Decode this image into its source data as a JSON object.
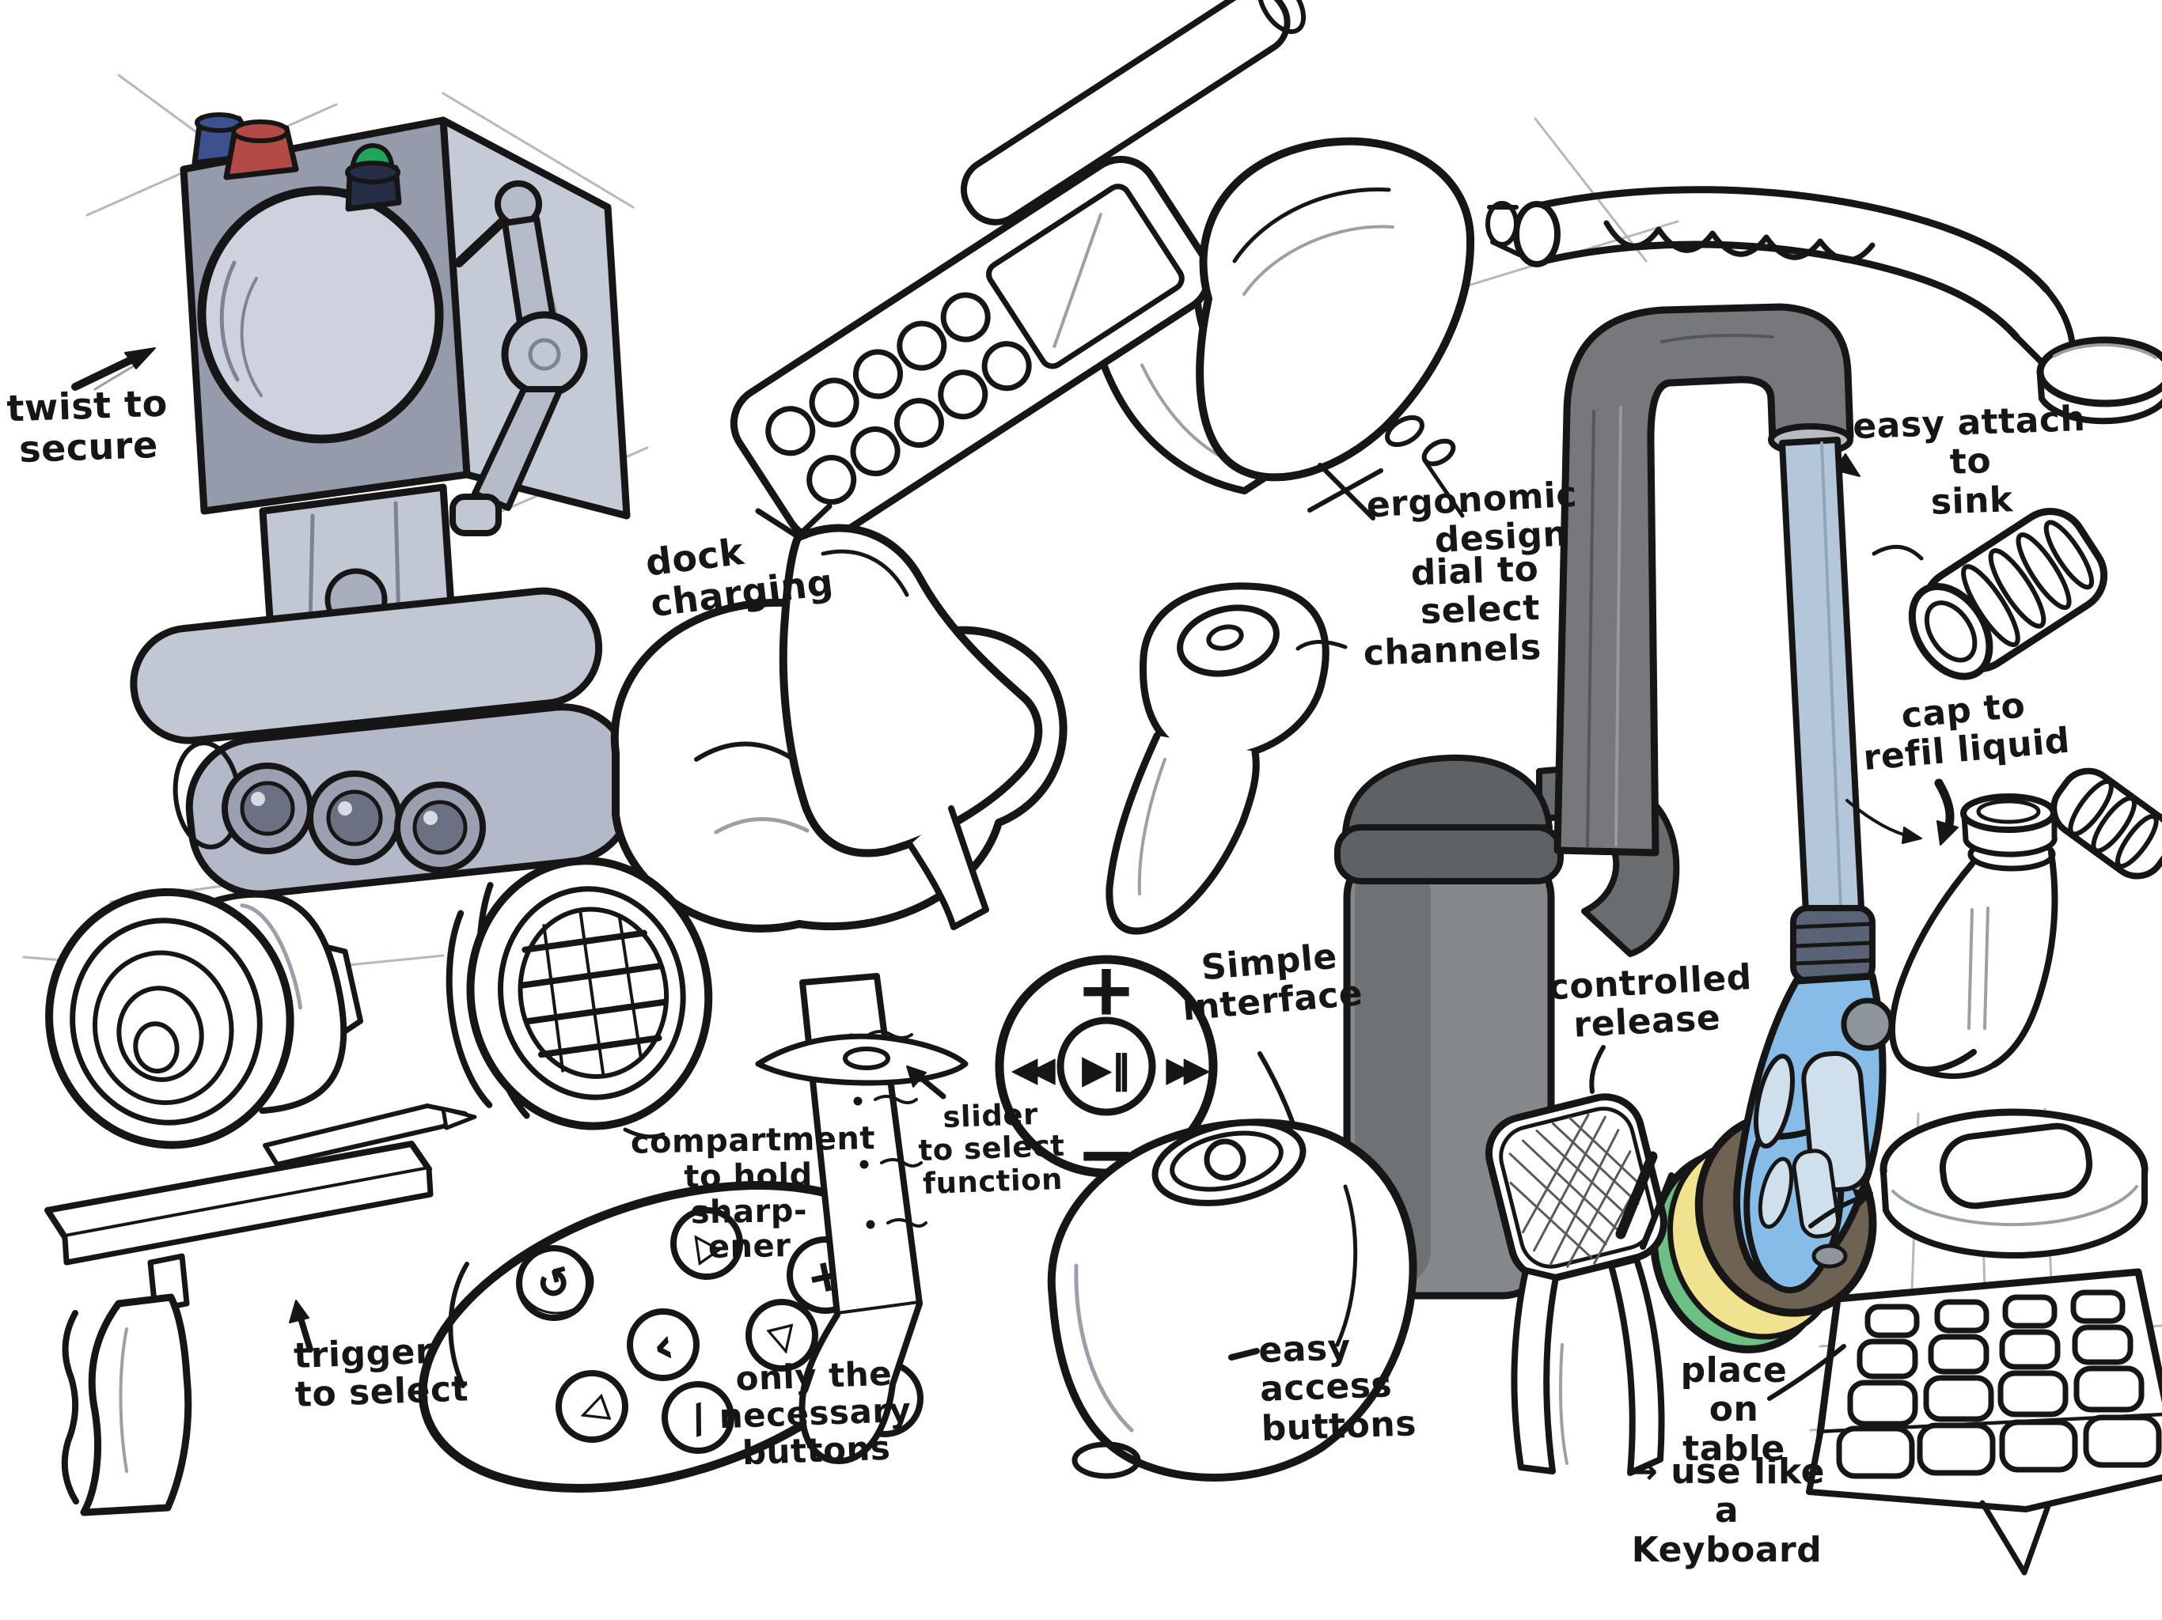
{
  "annotations": {
    "twist_to_secure": "twist to\nsecure",
    "dock_charging": "dock charging",
    "ergonomic_design": "ergonomic\ndesign",
    "dial_to_select": "dial to select\nchannels",
    "easy_attach": "easy attach to\nsink",
    "cap_to_refill": "cap to\nrefil liquid",
    "compartment": "compartment\nto hold sharp-\nener",
    "slider_to_select": "slider\nto select\nfunction",
    "simple_interface": "Simple\ninterface",
    "controlled_release": "controlled\nrelease",
    "trigger_to_select": "trigger\nto select",
    "only_necessary": "only the\nnecessary\nbuttons",
    "easy_access": "easy access\nbuttons",
    "place_on_table": "place\non\ntable",
    "use_like_keyboard": "→ use like\na Keyboard"
  },
  "click_wheel": {
    "plus": "+",
    "minus": "−",
    "rewind": "◀◀",
    "forward": "▶▶",
    "play_pause": "▶‖"
  },
  "oval_remote": {
    "buttons": [
      "↺",
      "◁",
      "+",
      "‹",
      "▽",
      "◁",
      "›",
      "/"
    ]
  },
  "colors": {
    "paper": "#ffffff",
    "ink": "#161616",
    "faint": "#b4b8c0",
    "hatch": "#5a5a5a",
    "robot_front": "#959bab",
    "robot_side": "#c5cad7",
    "robot_light": "#cdd2de",
    "robot_mid": "#b6bbc9",
    "robot_base1": "#c2c7d4",
    "robot_base2": "#b3b9c9",
    "lens_ring": "#9aa0b0",
    "lens_core": "#6b7183",
    "knob_blue": "#3d5191",
    "knob_red": "#b34a44",
    "knob_green": "#23a45c",
    "knob_navy": "#252e44",
    "pipe_dark": "#5f6265",
    "pipe_mid": "#85888b",
    "pipe_body": "#76787b",
    "pipe_ring": "#b7bcbf",
    "tube_blue": "#b3c6da",
    "coupling": "#5a6375",
    "wand_blue": "#88bce8",
    "wand_pale": "#cfdfec",
    "button_gray": "#8e959c",
    "roller_brown": "#6e6353",
    "roller_yellow": "#f0e390",
    "roller_green": "#6cc083"
  }
}
